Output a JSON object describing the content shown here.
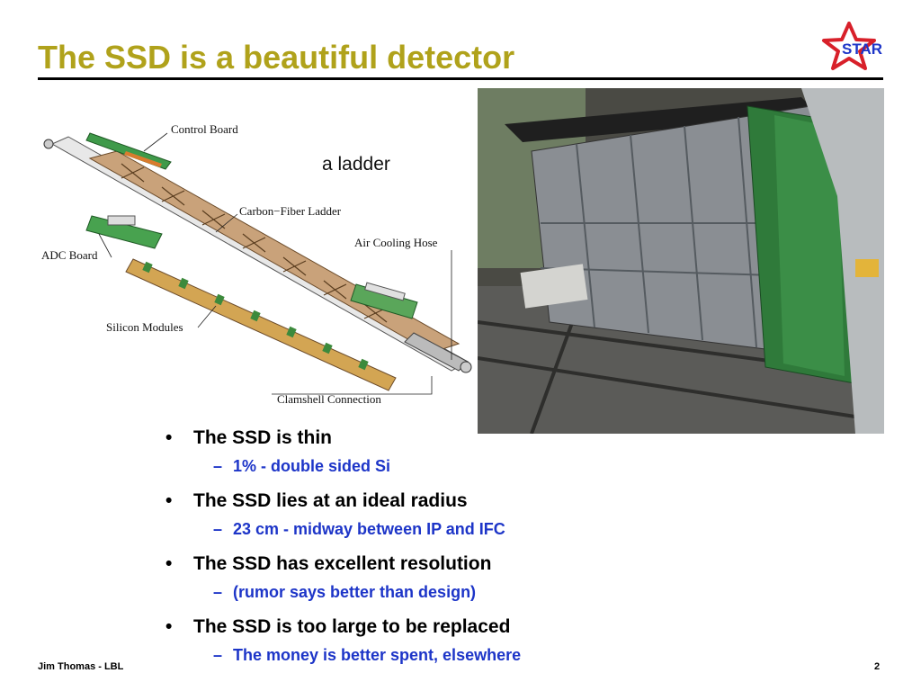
{
  "slide": {
    "title": "The SSD is a beautiful detector",
    "logo_text": "STAR"
  },
  "diagram": {
    "labels": {
      "control_board": "Control Board",
      "a_ladder": "a ladder",
      "carbon_fiber_ladder": "Carbon−Fiber Ladder",
      "adc_board": "ADC Board",
      "air_cooling_hose": "Air Cooling Hose",
      "silicon_modules": "Silicon Modules",
      "clamshell_connection": "Clamshell Connection"
    }
  },
  "bullets": [
    {
      "text": "The SSD is thin",
      "sub": "1% - double sided Si"
    },
    {
      "text": "The SSD lies at an ideal radius",
      "sub": "23 cm - midway between IP and IFC"
    },
    {
      "text": "The SSD has excellent resolution",
      "sub": "(rumor says better than design)"
    },
    {
      "text": "The SSD is too large to be replaced",
      "sub": "The money is better spent, elsewhere"
    }
  ],
  "footer": {
    "author": "Jim Thomas - LBL",
    "page_number": "2"
  },
  "colors": {
    "title": "#b0a21b",
    "sub_bullet": "#1d35c8",
    "logo_star": "#d8202a"
  }
}
